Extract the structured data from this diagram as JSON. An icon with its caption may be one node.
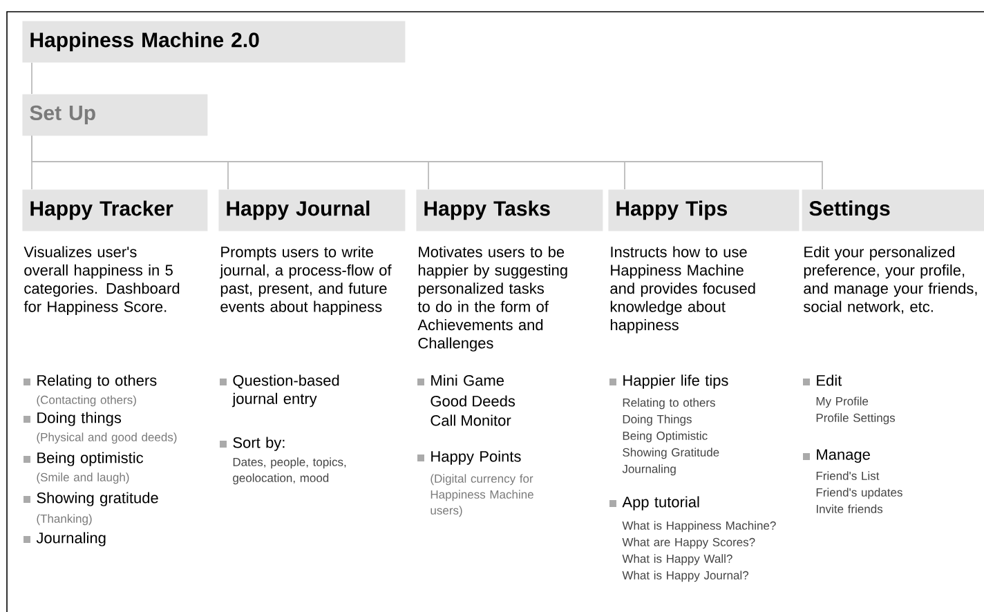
{
  "diagram": {
    "title": "Happiness Machine 2.0",
    "nodes": [
      {
        "text": [
          "Set Up"
        ]
      },
      {
        "text": [
          "Happy Tracker"
        ]
      },
      {
        "text": [
          "Happy Journal"
        ]
      },
      {
        "text": [
          "Happy Tasks"
        ]
      },
      {
        "text": [
          "Happy Tips"
        ]
      },
      {
        "text": [
          "Settings"
        ]
      }
    ],
    "edges": [
      {
        "from": null,
        "to": 0,
        "arrow": "none"
      },
      {
        "from": 0,
        "to": 1,
        "arrow": "none"
      },
      {
        "from": 0,
        "to": 2,
        "arrow": "none"
      },
      {
        "from": 0,
        "to": 3,
        "arrow": "none"
      },
      {
        "from": 0,
        "to": 4,
        "arrow": "none"
      },
      {
        "from": 0,
        "to": 5,
        "arrow": "none"
      }
    ],
    "labels": [
      "Visualizes user's overall happiness in 5 categories. Dashboard for Happiness Score.",
      "Relating to others",
      "(Contacting others)",
      "Doing things",
      "(Physical and good deeds)",
      "Being optimistic",
      "(Smile and laugh)",
      "Showing gratitude",
      "(Thanking)",
      "Journaling",
      "Prompts users to write journal, a process-flow of past, present, and future events about happiness",
      "Question-based journal entry",
      "Sort by:",
      "Dates, people, topics, geolocation, mood",
      "Motivates users to be happier by suggesting personalized tasks to do in the form of Achievements and Challenges",
      "Mini Game",
      "Good Deeds",
      "Call Monitor",
      "Happy Points",
      "(Digital currency for Happiness Machine users)",
      "Instructs how to use Happiness Machine and provides focused knowledge about happiness",
      "Happier life tips",
      "Relating to others",
      "Doing Things",
      "Being Optimistic",
      "Showing Gratitude",
      "Journaling",
      "App tutorial",
      "What is Happiness Machine?",
      "What are Happy Scores?",
      "What is Happy Wall?",
      "What is Happy Journal?",
      "Edit your personalized preference, your profile, and manage your friends, social network, etc.",
      "Edit",
      "My Profile",
      "Profile Settings",
      "Manage",
      "Friend's List",
      "Friend's updates",
      "Invite friends"
    ]
  }
}
